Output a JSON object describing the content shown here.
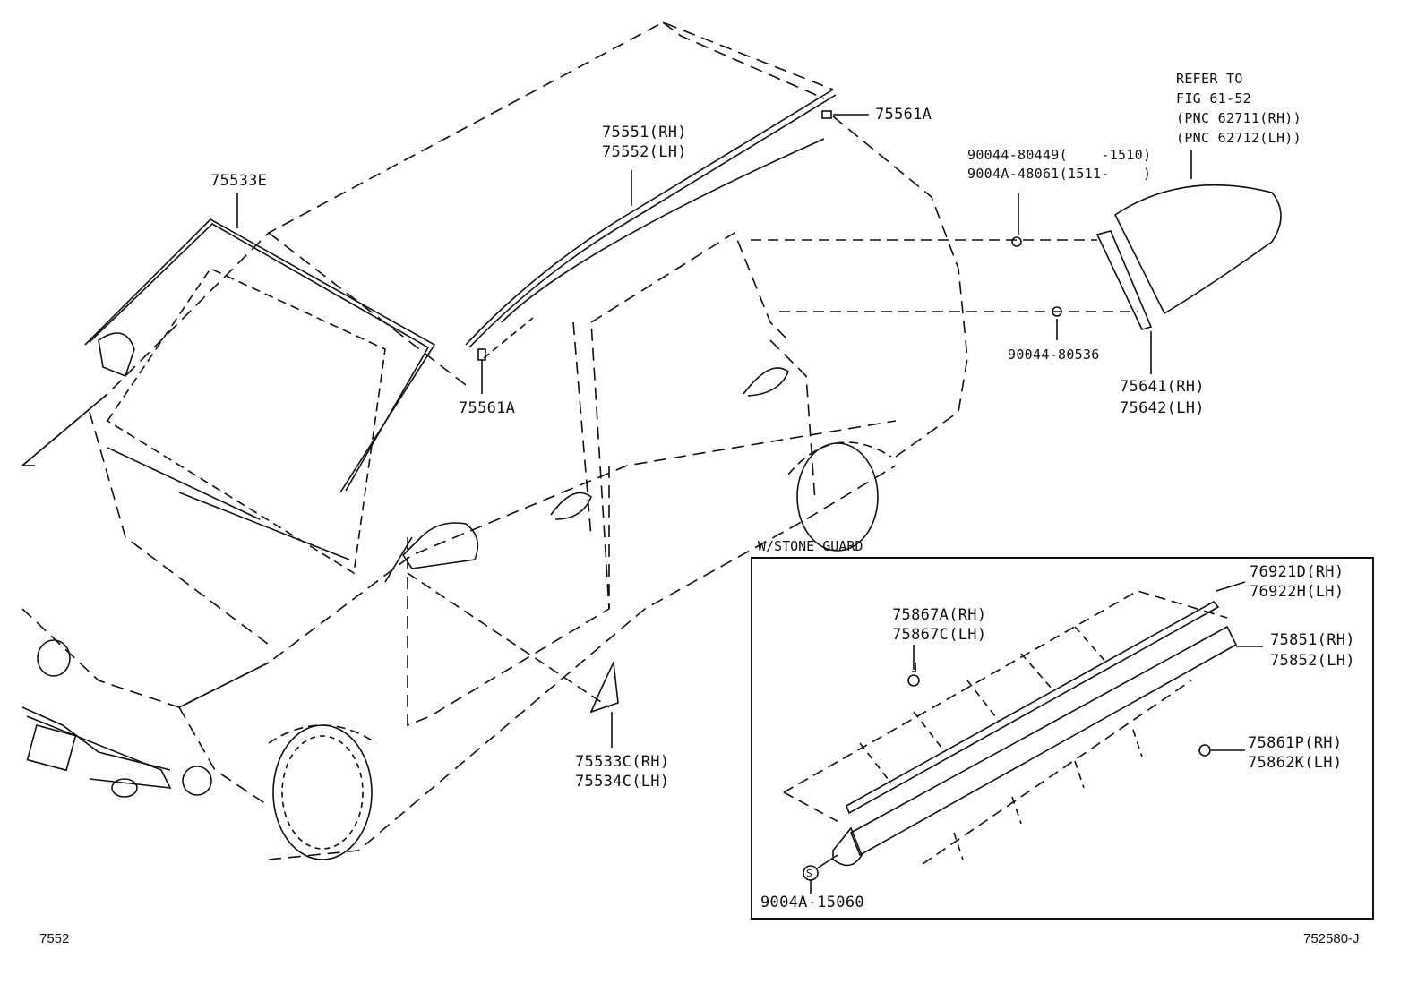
{
  "labels": {
    "p75533E": "75533E",
    "p75551": "75551(RH)",
    "p75552": "75552(LH)",
    "p75561A_top": "75561A",
    "p75561A_mid": "75561A",
    "p90044_80449": "90044-80449(    -1510)",
    "p9004A_48061": "9004A-48061(1511-    )",
    "refer1": "REFER TO",
    "refer2": "FIG 61-52",
    "refer3": "(PNC 62711(RH))",
    "refer4": "(PNC 62712(LH))",
    "p90044_80536": "90044-80536",
    "p75641": "75641(RH)",
    "p75642": "75642(LH)",
    "p75533C": "75533C(RH)",
    "p75534C": "75534C(LH)",
    "stone_title": "W/STONE GUARD",
    "p76921D": "76921D(RH)",
    "p76922H": "76922H(LH)",
    "p75867A": "75867A(RH)",
    "p75867C": "75867C(LH)",
    "p75851": "75851(RH)",
    "p75852": "75852(LH)",
    "p75861P": "75861P(RH)",
    "p75862K": "75862K(LH)",
    "p9004A_15060": "9004A-15060",
    "s_symbol": "S"
  },
  "footer": {
    "left_code": "7552",
    "right_code": "752580-J"
  },
  "colors": {
    "line": "#111111",
    "background": "#ffffff"
  }
}
